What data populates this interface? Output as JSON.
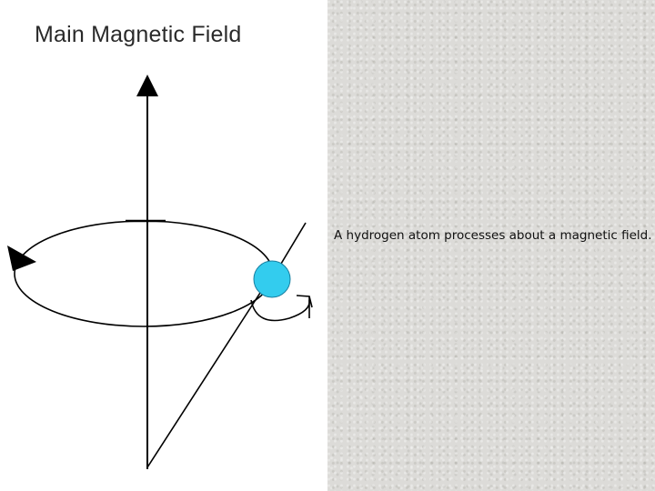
{
  "diagram": {
    "title": "Main Magnetic Field",
    "proton_color": "#33ccee",
    "line_color": "#000000"
  },
  "caption": {
    "text": "A hydrogen atom processes about a magnetic field."
  },
  "background": {
    "texture": "gray-speckled-paper"
  }
}
